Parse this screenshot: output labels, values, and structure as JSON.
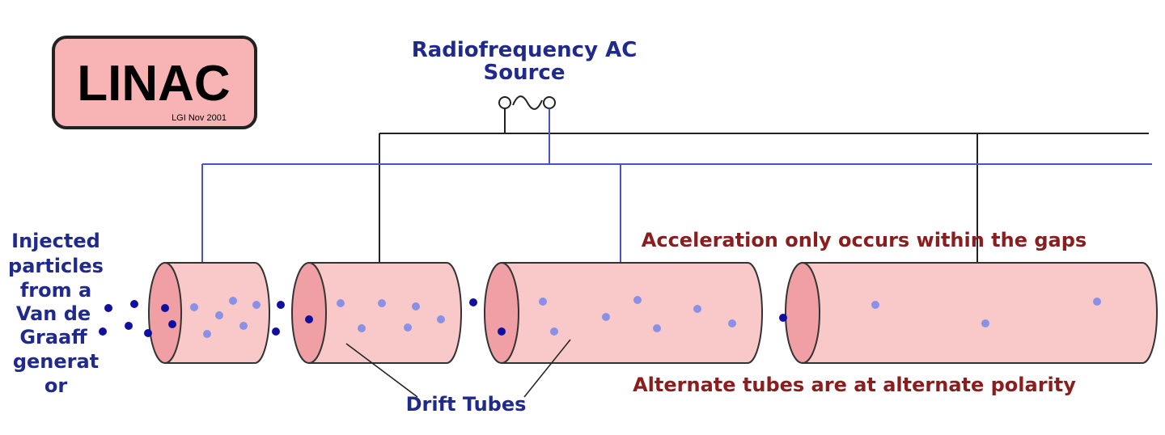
{
  "logo": {
    "title": "LINAC",
    "credit": "LGI Nov 2001"
  },
  "rf_source": {
    "label_line1": "Radiofrequency AC",
    "label_line2": "Source",
    "symbol": "O~O"
  },
  "injection_label": [
    "Injected",
    "particles",
    "from a",
    "Van de",
    "Graaff",
    "generat",
    "or"
  ],
  "drift_tubes_label": "Drift Tubes",
  "gap_note": "Acceleration only occurs within the gaps",
  "polarity_note": "Alternate tubes are at alternate polarity",
  "colors": {
    "tube_fill": "#f9c9c9",
    "tube_end": "#f0a0a4",
    "wire_black": "#222222",
    "wire_blue": "#4a52c8",
    "particle_dark": "#1010a0",
    "particle_light": "#8a90e6",
    "text_blue": "#1f2a8c",
    "text_red": "#8a1d1d",
    "logo_fill": "#f8b4b4"
  }
}
